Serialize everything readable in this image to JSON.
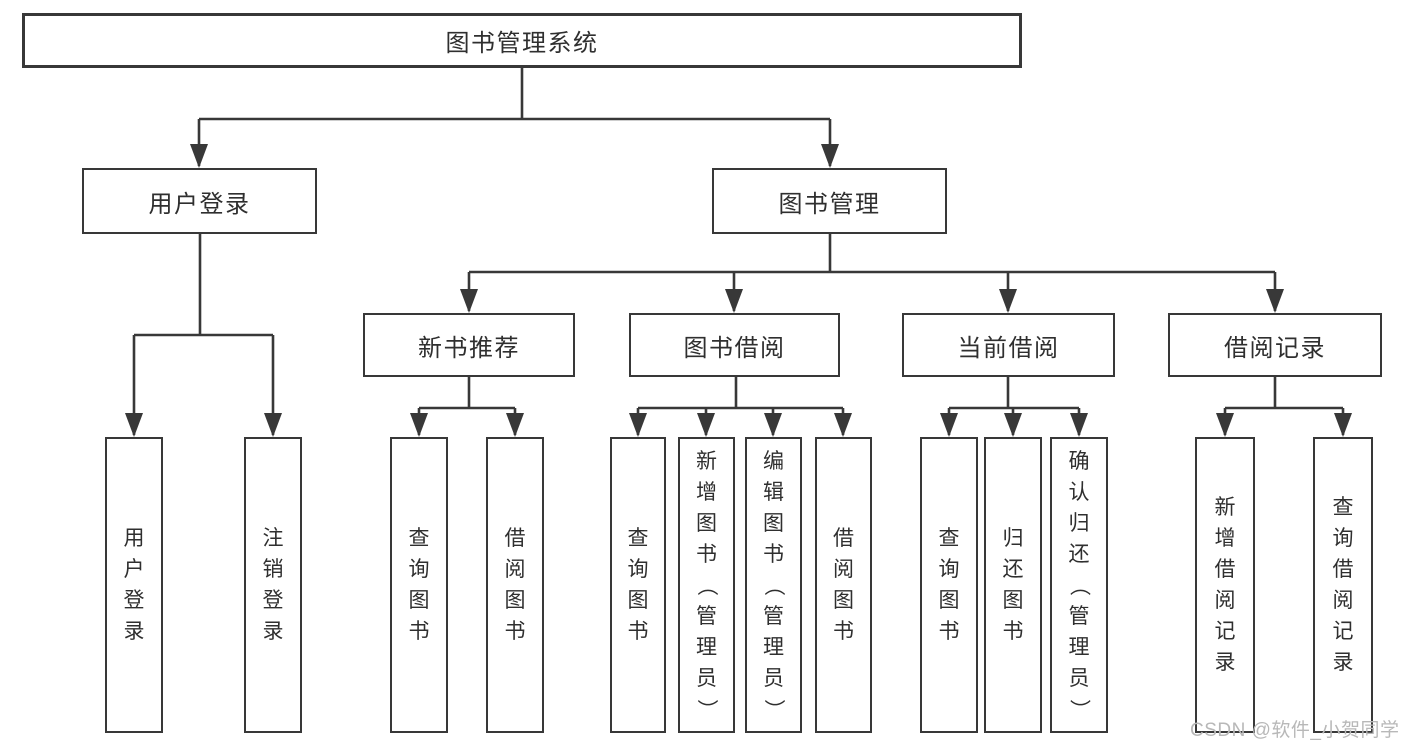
{
  "diagram": {
    "type": "hierarchy",
    "root": "图书管理系统",
    "level2": {
      "user_login": "用户登录",
      "book_mgmt": "图书管理"
    },
    "level3": {
      "new_book_rec": "新书推荐",
      "book_borrow": "图书借阅",
      "current_borrow": "当前借阅",
      "borrow_records": "借阅记录"
    },
    "leaves": {
      "user": [
        "用户登录",
        "注销登录"
      ],
      "recommend": [
        "查询图书",
        "借阅图书"
      ],
      "borrow": [
        "查询图书",
        "新增图书（管理员）",
        "编辑图书（管理员）",
        "借阅图书"
      ],
      "current": [
        "查询图书",
        "归还图书",
        "确认归还（管理员）"
      ],
      "records": [
        "新增借阅记录",
        "查询借阅记录"
      ]
    }
  },
  "watermark": "CSDN @软件_小贺同学",
  "colors": {
    "line": "#383838",
    "text": "#2f2f2f",
    "watermark": "#b8b8b8",
    "background": "#ffffff"
  }
}
